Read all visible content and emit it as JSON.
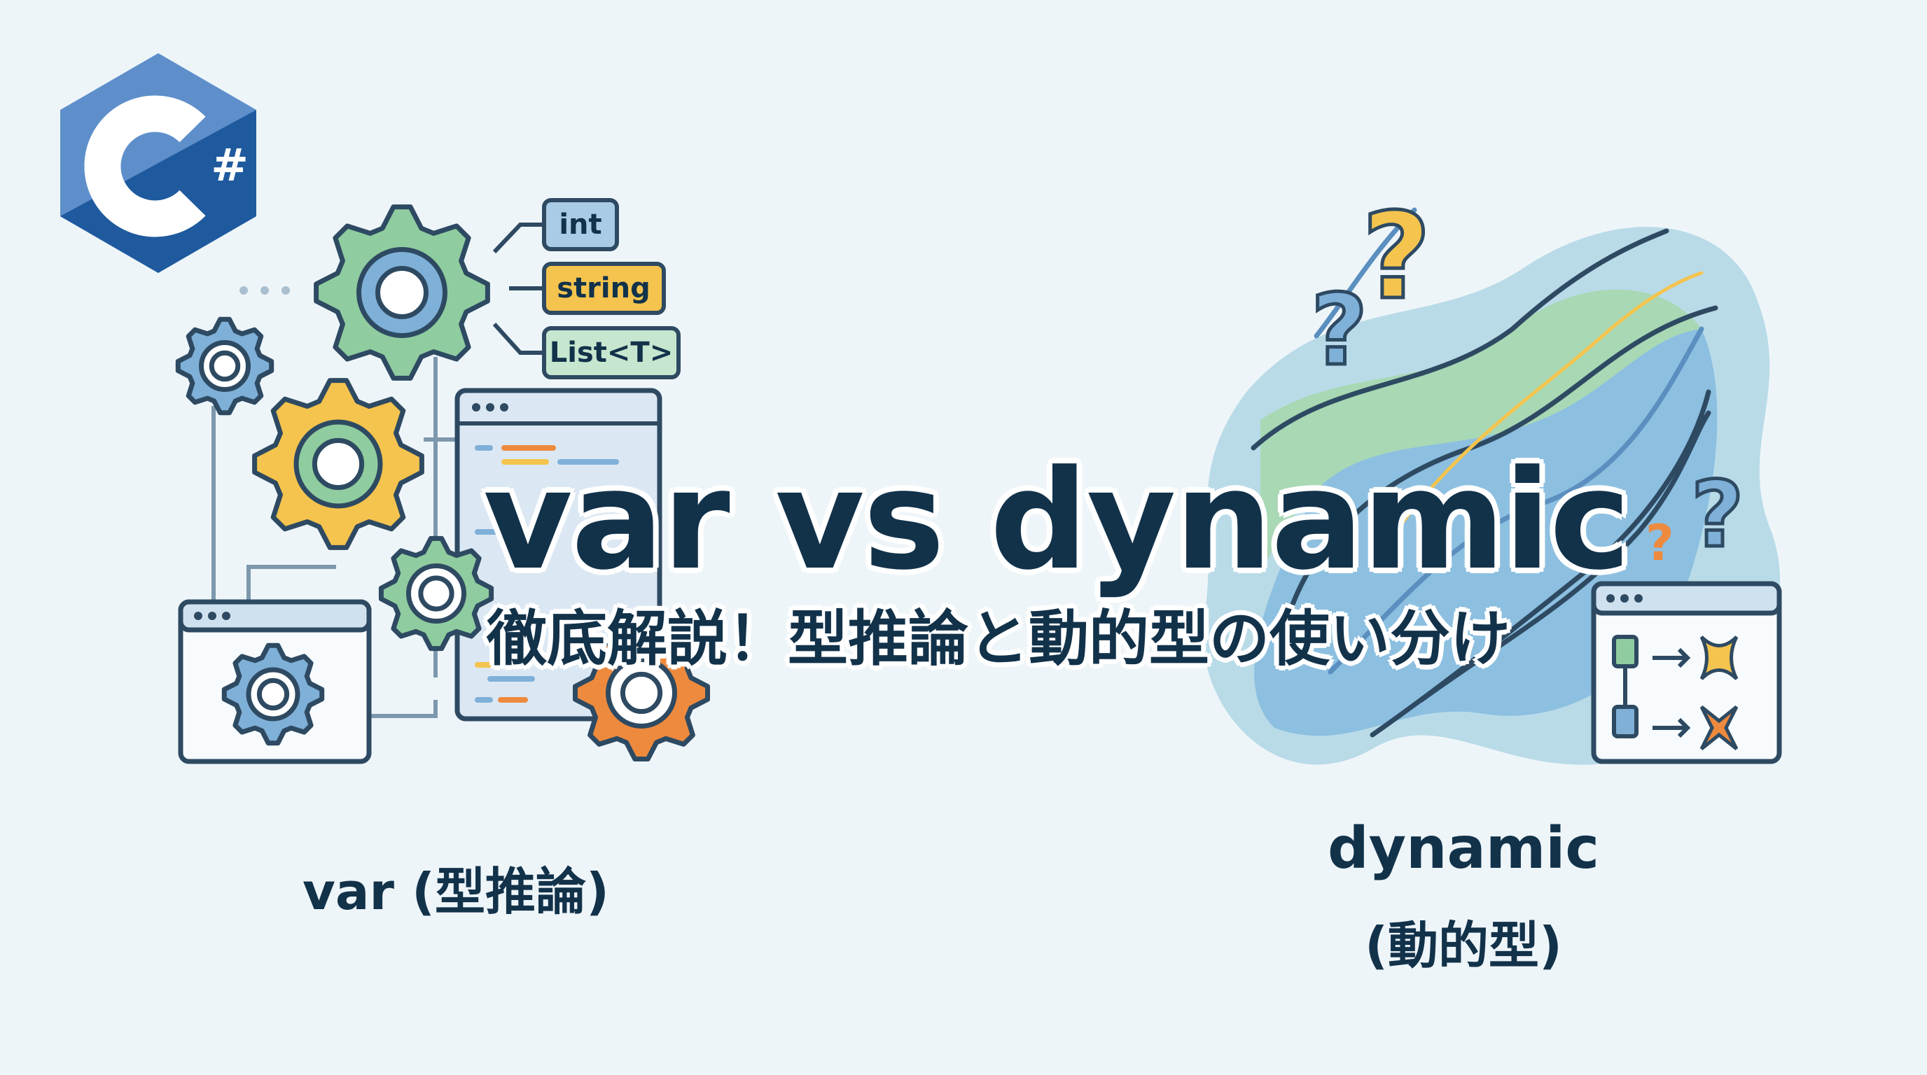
{
  "logo": {
    "text": "C#"
  },
  "type_tags": [
    "int",
    "string",
    "List<T>"
  ],
  "title": "var vs dynamic",
  "subtitle": "徹底解説！型推論と動的型の使い分け",
  "var_label": "var (型推論)",
  "dynamic_label": {
    "line1": "dynamic",
    "line2": "(動的型)"
  },
  "colors": {
    "background": "#eef5f9",
    "text": "#12324a",
    "outline": "#2e4a62",
    "blue": "#7fb0d8",
    "green": "#8fcc9f",
    "yellow": "#f4c44e",
    "orange": "#ee8a3e",
    "logo_dark": "#1f5a9e",
    "logo_light": "#5e8fcb"
  }
}
